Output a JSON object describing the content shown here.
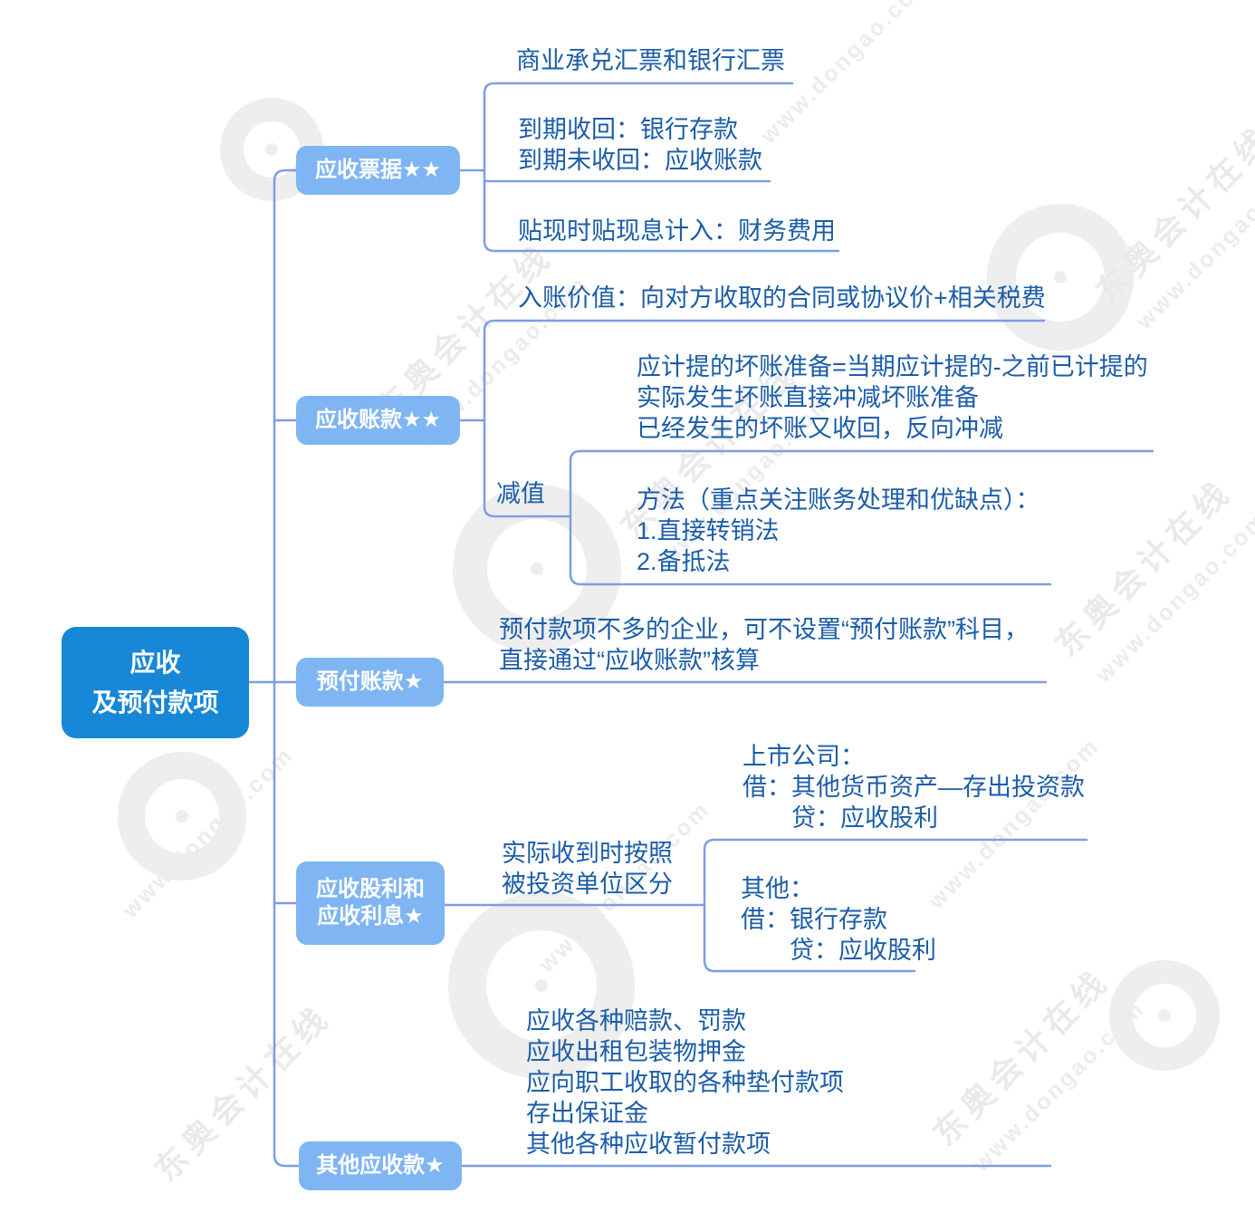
{
  "root": {
    "label": "应收\n及预付款项"
  },
  "branches": [
    {
      "label": "应收票据★★",
      "children": [
        {
          "text": "商业承兑汇票和银行汇票"
        },
        {
          "text": "到期收回：银行存款\n到期未收回：应收账款"
        },
        {
          "text": "贴现时贴现息计入：财务费用"
        }
      ]
    },
    {
      "label": "应收账款★★",
      "children": [
        {
          "text": "入账价值：向对方收取的合同或协议价+相关税费"
        },
        {
          "text": "减值",
          "children": [
            {
              "text": "应计提的坏账准备=当期应计提的-之前已计提的\n实际发生坏账直接冲减坏账准备\n已经发生的坏账又收回，反向冲减"
            },
            {
              "text": "方法（重点关注账务处理和优缺点）：\n1.直接转销法\n2.备抵法"
            }
          ]
        }
      ]
    },
    {
      "label": "预付账款★",
      "children": [
        {
          "text": "预付款项不多的企业，可不设置“预付账款”科目，\n直接通过“应收账款”核算"
        }
      ]
    },
    {
      "label": "应收股利和\n应收利息★",
      "children": [
        {
          "text": "实际收到时按照\n被投资单位区分",
          "children": [
            {
              "text": "上市公司：\n借：其他货币资产—存出投资款\n　　贷：应收股利"
            },
            {
              "text": "其他：\n借：银行存款\n　　贷：应收股利"
            }
          ]
        }
      ]
    },
    {
      "label": "其他应收款★",
      "children": [
        {
          "text": "应收各种赔款、罚款\n应收出租包装物押金\n应向职工收取的各种垫付款项\n存出保证金\n其他各种应收暂付款项"
        }
      ]
    }
  ],
  "watermark": {
    "brand": "东奥会计在线",
    "site": "www.dongao.com"
  },
  "colors": {
    "root_fill": "#1787d7",
    "branch_fill": "#7fb5f2",
    "connector": "#7d9ee3",
    "leaf_text": "#1b5da8",
    "node_text": "#ffffff",
    "watermark": "#ececec"
  }
}
